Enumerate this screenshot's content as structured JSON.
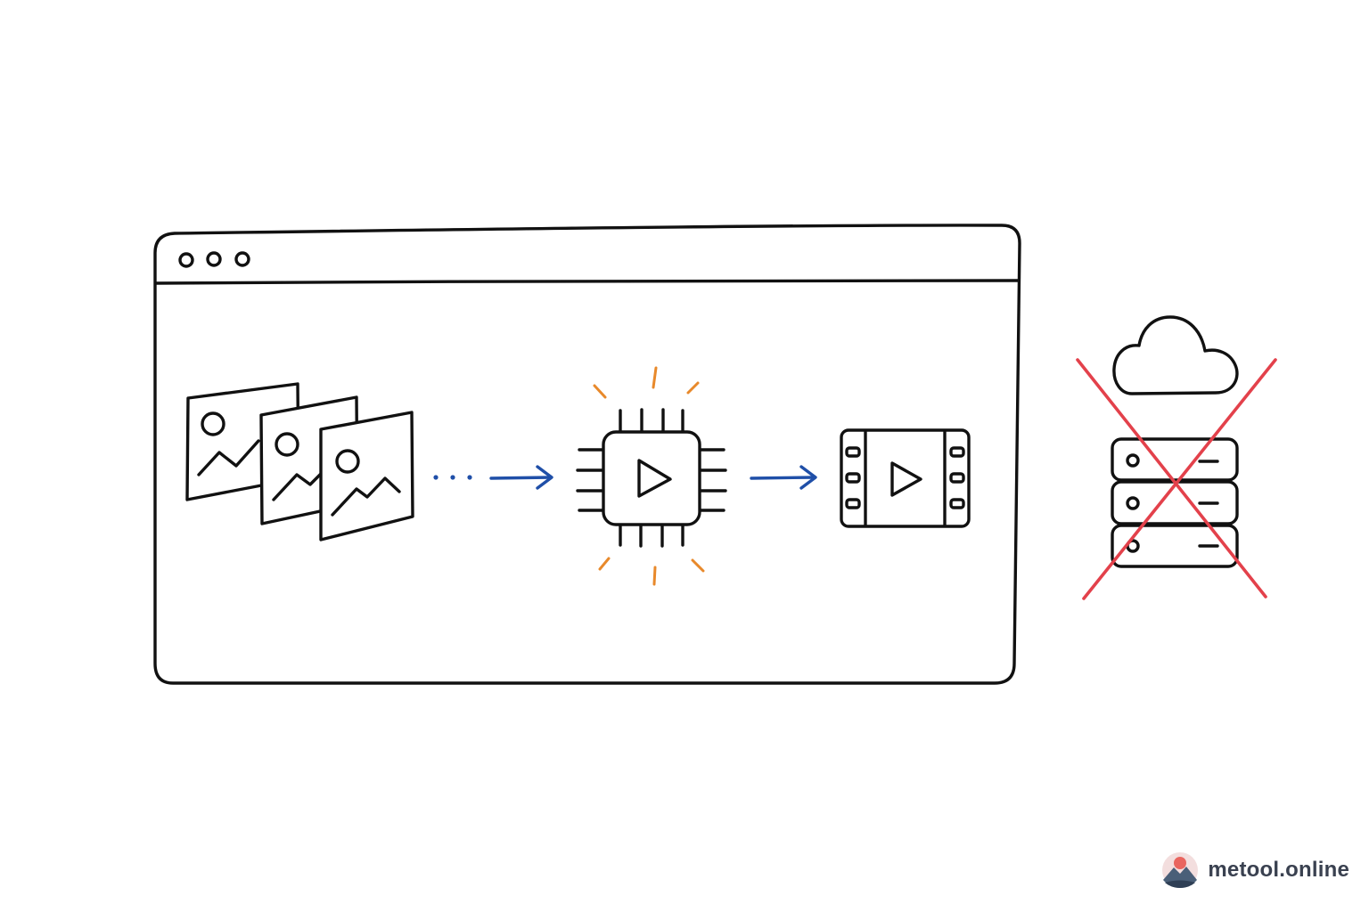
{
  "colors": {
    "ink": "#111111",
    "arrow": "#1f4fa8",
    "sparks": "#e8892b",
    "cross": "#e3414b",
    "watermark_text": "#3a4150"
  },
  "diagram": {
    "browser_window": {
      "icon": "browser-window-icon",
      "title_dots": 3
    },
    "input": {
      "icon": "image-stack-icon",
      "image_count": 3
    },
    "processor": {
      "icon": "chip-play-icon"
    },
    "output": {
      "icon": "film-strip-play-icon"
    },
    "server": {
      "icons": [
        "cloud-icon",
        "server-stack-icon"
      ],
      "crossed_out": true
    }
  },
  "watermark": {
    "text": "metool.online",
    "icon": "mountain-logo-icon"
  }
}
